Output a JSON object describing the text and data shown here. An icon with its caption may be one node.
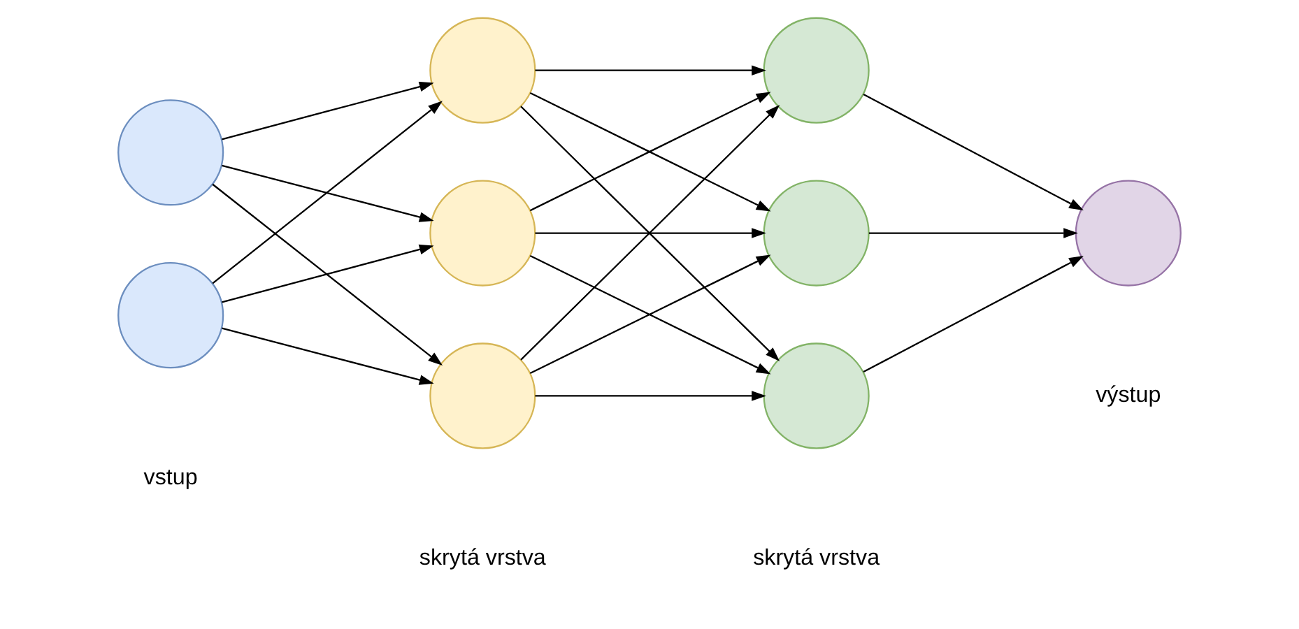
{
  "diagram": {
    "nodes": [
      {
        "text": [],
        "shape": "circle"
      },
      {
        "text": [],
        "shape": "circle"
      },
      {
        "text": [],
        "shape": "circle"
      },
      {
        "text": [],
        "shape": "circle"
      },
      {
        "text": [],
        "shape": "circle"
      },
      {
        "text": [],
        "shape": "circle"
      },
      {
        "text": [],
        "shape": "circle"
      },
      {
        "text": [],
        "shape": "circle"
      },
      {
        "text": [],
        "shape": "circle"
      }
    ],
    "edges": [
      {
        "from": 0,
        "to": 2,
        "arrow": "to"
      },
      {
        "from": 0,
        "to": 3,
        "arrow": "to"
      },
      {
        "from": 0,
        "to": 4,
        "arrow": "to"
      },
      {
        "from": 1,
        "to": 2,
        "arrow": "to"
      },
      {
        "from": 1,
        "to": 3,
        "arrow": "to"
      },
      {
        "from": 1,
        "to": 4,
        "arrow": "to"
      },
      {
        "from": 2,
        "to": 5,
        "arrow": "to"
      },
      {
        "from": 2,
        "to": 6,
        "arrow": "to"
      },
      {
        "from": 2,
        "to": 7,
        "arrow": "to"
      },
      {
        "from": 3,
        "to": 5,
        "arrow": "to"
      },
      {
        "from": 3,
        "to": 6,
        "arrow": "to"
      },
      {
        "from": 3,
        "to": 7,
        "arrow": "to"
      },
      {
        "from": 4,
        "to": 5,
        "arrow": "to"
      },
      {
        "from": 4,
        "to": 6,
        "arrow": "to"
      },
      {
        "from": 4,
        "to": 7,
        "arrow": "to"
      },
      {
        "from": 5,
        "to": 8,
        "arrow": "to"
      },
      {
        "from": 6,
        "to": 8,
        "arrow": "to"
      },
      {
        "from": 7,
        "to": 8,
        "arrow": "to"
      }
    ],
    "labels": [
      "vstup",
      "skrytá vrstva",
      "skrytá vrstva",
      "výstup"
    ]
  }
}
